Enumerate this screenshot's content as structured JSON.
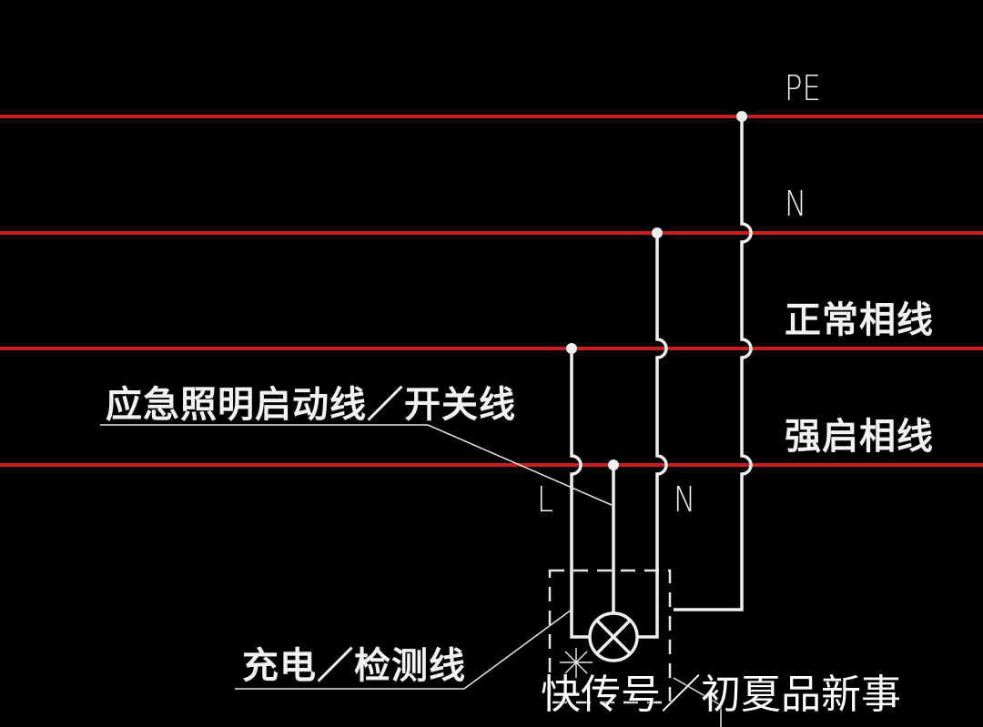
{
  "buses": [
    {
      "label": "PE"
    },
    {
      "label": "N"
    },
    {
      "label": "正常相线"
    },
    {
      "label": "强启相线"
    }
  ],
  "terminals": {
    "l_label": "L",
    "n_label": "N"
  },
  "annotations": {
    "switch_line": "应急照明启动线／开关线",
    "charge_line": "充电／检测线"
  },
  "watermark": "快传号／初夏品新事",
  "colors": {
    "bus": "#c81e1e",
    "wire": "#f0f0f0",
    "background": "#000000"
  }
}
